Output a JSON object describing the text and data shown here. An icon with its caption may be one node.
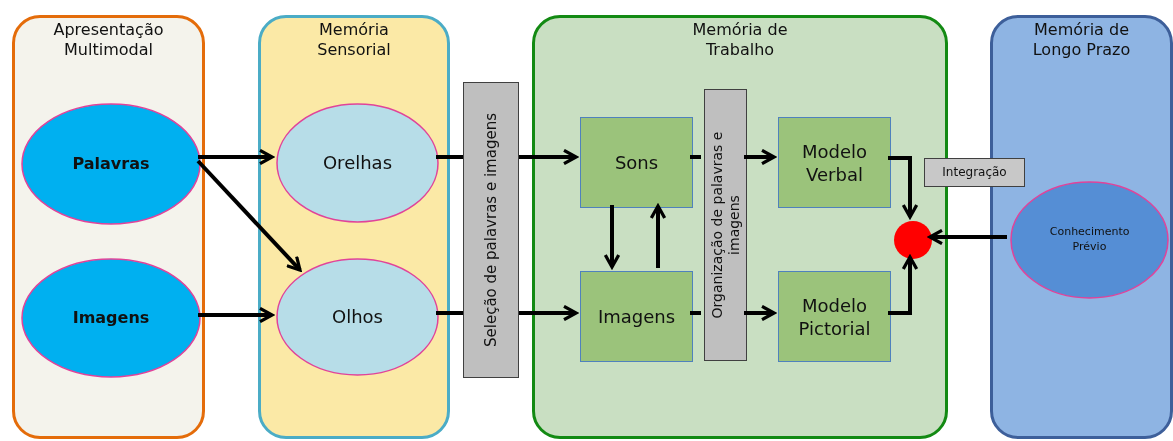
{
  "diagram": {
    "nodes": [
      {
        "text": [
          "Apresentação Multimodal"
        ]
      },
      {
        "text": [
          "Palavras"
        ],
        "in": 0
      },
      {
        "text": [
          "Imagens"
        ],
        "in": 0
      },
      {
        "text": [
          "Memória Sensorial"
        ]
      },
      {
        "text": [
          "Orelhas"
        ],
        "in": 3
      },
      {
        "text": [
          "Olhos"
        ],
        "in": 3
      },
      {
        "text": [
          "Seleção de palavras e imagens"
        ]
      },
      {
        "text": [
          "Memória de Trabalho"
        ]
      },
      {
        "text": [
          "Sons"
        ],
        "in": 7
      },
      {
        "text": [
          "Imagens"
        ],
        "in": 7
      },
      {
        "text": [
          "Organização de palavras e imagens"
        ],
        "in": 7
      },
      {
        "text": [
          "Modelo Verbal"
        ],
        "in": 7
      },
      {
        "text": [
          "Modelo Pictorial"
        ],
        "in": 7
      },
      {
        "text": [],
        "shape": "circle",
        "in": 7
      },
      {
        "text": [
          "Integração"
        ]
      },
      {
        "text": [
          "Memória de Longo Prazo"
        ]
      },
      {
        "text": [
          "Conhecimento Prévio"
        ],
        "in": 15
      }
    ],
    "edges": [
      {
        "from": 1,
        "to": 4,
        "arrow": "to"
      },
      {
        "from": 1,
        "to": 5,
        "arrow": "to"
      },
      {
        "from": 2,
        "to": 5,
        "arrow": "to"
      },
      {
        "from": 4,
        "to": 6,
        "arrow": "none"
      },
      {
        "from": 5,
        "to": 6,
        "arrow": "none"
      },
      {
        "from": 6,
        "to": 8,
        "arrow": "to"
      },
      {
        "from": 6,
        "to": 9,
        "arrow": "to"
      },
      {
        "from": 8,
        "to": 9,
        "arrow": "to"
      },
      {
        "from": 9,
        "to": 8,
        "arrow": "to"
      },
      {
        "from": 8,
        "to": 10,
        "arrow": "none"
      },
      {
        "from": 9,
        "to": 10,
        "arrow": "none"
      },
      {
        "from": 10,
        "to": 11,
        "arrow": "to"
      },
      {
        "from": 10,
        "to": 12,
        "arrow": "to"
      },
      {
        "from": 11,
        "to": 13,
        "arrow": "to"
      },
      {
        "from": 12,
        "to": 13,
        "arrow": "to"
      },
      {
        "from": 16,
        "to": 13,
        "arrow": "to"
      }
    ]
  }
}
